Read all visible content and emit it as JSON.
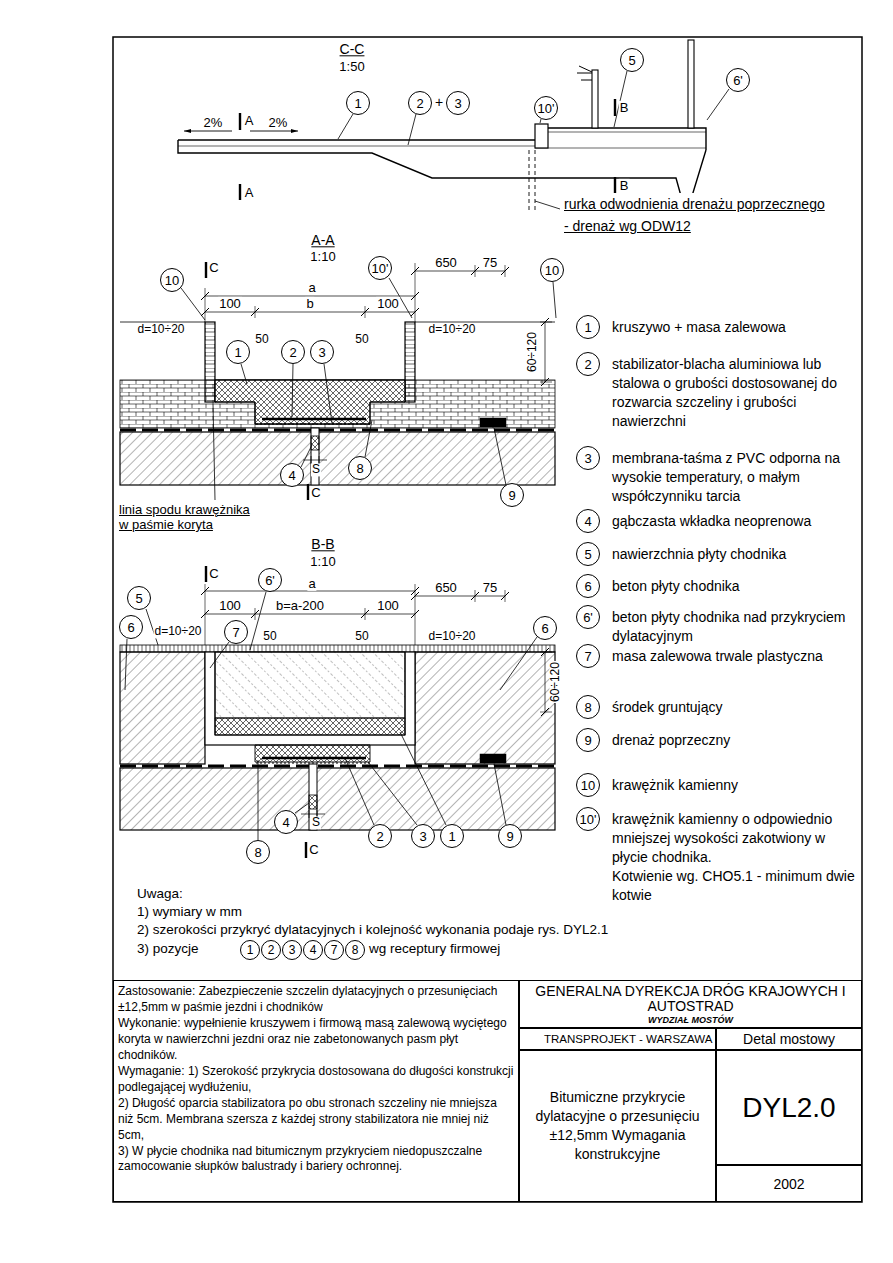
{
  "diagram": {
    "nodes": [
      {
        "text": [
          "1"
        ]
      },
      {
        "text": [
          "2"
        ]
      },
      {
        "text": [
          "3"
        ]
      },
      {
        "text": [
          "10'"
        ]
      },
      {
        "text": [
          "5"
        ]
      },
      {
        "text": [
          "6'"
        ]
      },
      {
        "text": [
          "10"
        ]
      },
      {
        "text": [
          "10'"
        ]
      },
      {
        "text": [
          "10"
        ]
      },
      {
        "text": [
          "1"
        ]
      },
      {
        "text": [
          "2"
        ]
      },
      {
        "text": [
          "3"
        ]
      },
      {
        "text": [
          "4"
        ]
      },
      {
        "text": [
          "8"
        ]
      },
      {
        "text": [
          "9"
        ]
      },
      {
        "text": [
          "5"
        ]
      },
      {
        "text": [
          "6'"
        ]
      },
      {
        "text": [
          "6"
        ]
      },
      {
        "text": [
          "7"
        ]
      },
      {
        "text": [
          "6"
        ]
      },
      {
        "text": [
          "8"
        ]
      },
      {
        "text": [
          "4"
        ]
      },
      {
        "text": [
          "2"
        ]
      },
      {
        "text": [
          "3"
        ]
      },
      {
        "text": [
          "1"
        ]
      },
      {
        "text": [
          "9"
        ]
      },
      {
        "text": [
          "1",
          "kruszywo + masa zalewowa"
        ]
      },
      {
        "text": [
          "2",
          "stabilizator-blacha aluminiowa lub stalowa o grubości dostosowanej do rozwarcia szczeliny i grubości nawierzchni"
        ]
      },
      {
        "text": [
          "3",
          "membrana-taśma z PVC odporna na wysokie temperatury, o małym współczynniku tarcia"
        ]
      },
      {
        "text": [
          "4",
          "gąbczasta wkładka neoprenowa"
        ]
      },
      {
        "text": [
          "5",
          "nawierzchnia płyty chodnika"
        ]
      },
      {
        "text": [
          "6",
          "beton płyty chodnika"
        ]
      },
      {
        "text": [
          "6'",
          "beton płyty chodnika nad przykryciem dylatacyjnym"
        ]
      },
      {
        "text": [
          "7",
          "masa zalewowa trwale plastyczna"
        ]
      },
      {
        "text": [
          "8",
          "środek gruntujący"
        ]
      },
      {
        "text": [
          "9",
          "drenaż poprzeczny"
        ]
      },
      {
        "text": [
          "10",
          "krawężnik kamienny"
        ]
      },
      {
        "text": [
          "10'",
          "krawężnik kamienny o odpowiednio mniejszej wysokości zakotwiony w płycie chodnika.",
          "Kotwienie wg. CHO5.1 - minimum dwie kotwie"
        ]
      },
      {
        "text": [
          "1"
        ]
      },
      {
        "text": [
          "2"
        ]
      },
      {
        "text": [
          "3"
        ]
      },
      {
        "text": [
          "4"
        ]
      },
      {
        "text": [
          "7"
        ]
      },
      {
        "text": [
          "8"
        ]
      },
      {
        "text": [
          "Zastosowanie: Zabezpieczenie szczelin dylatacyjnych o przesunięciach ±12,5mm w paśmie jezdni i chodników",
          "Wykonanie: wypełnienie kruszywem i firmową masą zalewową wyciętego koryta w nawierzchni jezdni oraz nie zabetonowanych pasm płyt chodników.",
          "Wymaganie: 1) Szerokość przykrycia dostosowana do długości konstrukcji podlegającej wydłużeniu,",
          "2) Długość oparcia stabilizatora po obu stronach szczeliny nie mniejsza niż 5cm. Membrana szersza z każdej strony stabilizatora nie mniej niż 5cm,",
          "3) W płycie chodnika nad bitumicznym przykryciem niedopuszczalne zamocowanie słupków balustrady i bariery ochronnej."
        ]
      },
      {
        "text": [
          "GENERALNA DYREKCJA DRÓG KRAJOWYCH I AUTOSTRAD",
          "WYDZIAŁ MOSTÓW"
        ]
      },
      {
        "text": [
          "TRANSPROJEKT - WARSZAWA"
        ]
      },
      {
        "text": [
          "Detal mostowy"
        ]
      },
      {
        "text": [
          "Bitumiczne przykrycie dylatacyjne o przesunięciu ±12,5mm Wymagania konstrukcyjne"
        ]
      },
      {
        "text": [
          "DYL2.0"
        ]
      },
      {
        "text": [
          "2002"
        ]
      }
    ],
    "labels": [
      "C-C",
      "1:50",
      "2%",
      "A",
      "2%",
      "A",
      "+",
      "B",
      "B",
      "rurka odwodnienia drenażu poprzecznego - drenaż wg ODW12",
      "A-A",
      "1:10",
      "C",
      "a",
      "650",
      "75",
      "100",
      "b",
      "100",
      "d=10÷20",
      "50",
      "50",
      "d=10÷20",
      "60÷120",
      "S",
      "C",
      "linia spodu krawężnika w paśmie koryta",
      "B-B",
      "C",
      "1:10",
      "a",
      "650",
      "75",
      "100",
      "b=a-200",
      "100",
      "d=10÷20",
      "50",
      "50",
      "d=10÷20",
      "60÷120",
      "S",
      "C",
      "Uwaga:",
      "1) wymiary w mm",
      "2) szerokości przykryć dylatacyjnych i kolejność wykonania podaje rys. DYL2.1",
      "3) pozycje",
      "wg receptury firmowej"
    ]
  }
}
